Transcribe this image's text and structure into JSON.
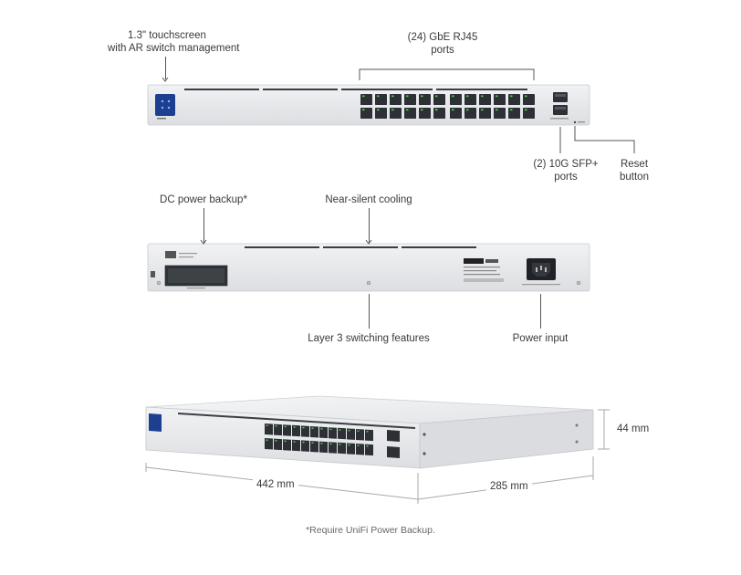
{
  "front_view": {
    "touchscreen_label": [
      "1.3\" touchscreen",
      "with AR switch management"
    ],
    "rj45_label": [
      "(24) GbE RJ45",
      "ports"
    ],
    "sfp_label": [
      "(2) 10G SFP+",
      "ports"
    ],
    "reset_label": [
      "Reset",
      "button"
    ]
  },
  "rear_view": {
    "dc_power_label": "DC power backup*",
    "cooling_label": "Near-silent cooling",
    "layer3_label": "Layer 3 switching features",
    "power_input_label": "Power input"
  },
  "dimensions": {
    "width": "442 mm",
    "depth": "285 mm",
    "height": "44 mm"
  },
  "footnote": "*Require UniFi Power Backup.",
  "colors": {
    "chassis": "#e9eaec",
    "port": "#2d3136",
    "led": "#5ec95a",
    "touchscreen": "#1c3f8f",
    "lines": "#555555"
  }
}
